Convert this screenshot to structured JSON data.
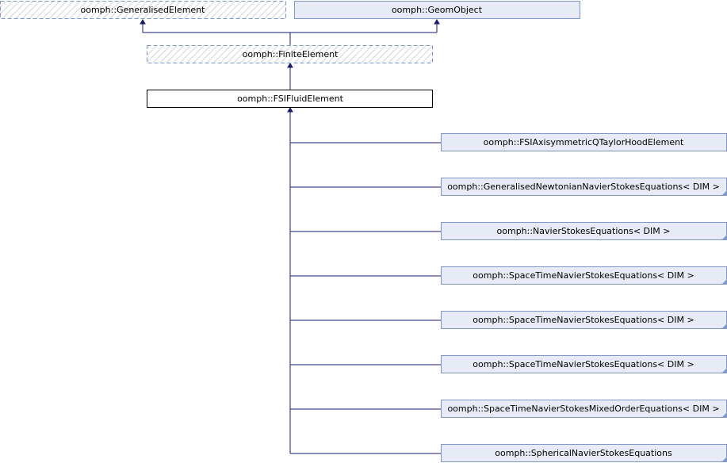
{
  "diagram": {
    "nodes": {
      "generalised_element": {
        "label": "oomph::GeneralisedElement",
        "style": "hatched"
      },
      "geom_object": {
        "label": "oomph::GeomObject",
        "style": "blue"
      },
      "finite_element": {
        "label": "oomph::FiniteElement",
        "style": "hatched"
      },
      "fsi_fluid_element": {
        "label": "oomph::FSIFluidElement",
        "style": "plain"
      },
      "fsi_axisym": {
        "label": "oomph::FSIAxisymmetricQTaylorHoodElement",
        "style": "blue"
      },
      "gen_newtonian": {
        "label": "oomph::GeneralisedNewtonianNavierStokesEquations< DIM >",
        "style": "blue-corner"
      },
      "navier_stokes": {
        "label": "oomph::NavierStokesEquations< DIM >",
        "style": "blue-corner"
      },
      "spacetime_1": {
        "label": "oomph::SpaceTimeNavierStokesEquations< DIM >",
        "style": "blue-corner"
      },
      "spacetime_2": {
        "label": "oomph::SpaceTimeNavierStokesEquations< DIM >",
        "style": "blue-corner"
      },
      "spacetime_3": {
        "label": "oomph::SpaceTimeNavierStokesEquations< DIM >",
        "style": "blue-corner"
      },
      "spacetime_mixed": {
        "label": "oomph::SpaceTimeNavierStokesMixedOrderEquations< DIM >",
        "style": "blue-corner"
      },
      "spherical": {
        "label": "oomph::SphericalNavierStokesEquations",
        "style": "blue-corner"
      }
    },
    "colors": {
      "edge": "#191970",
      "box_border_blue": "#7f96c8",
      "box_fill_blue": "#e6ebf5",
      "box_border_plain": "#000000"
    }
  }
}
